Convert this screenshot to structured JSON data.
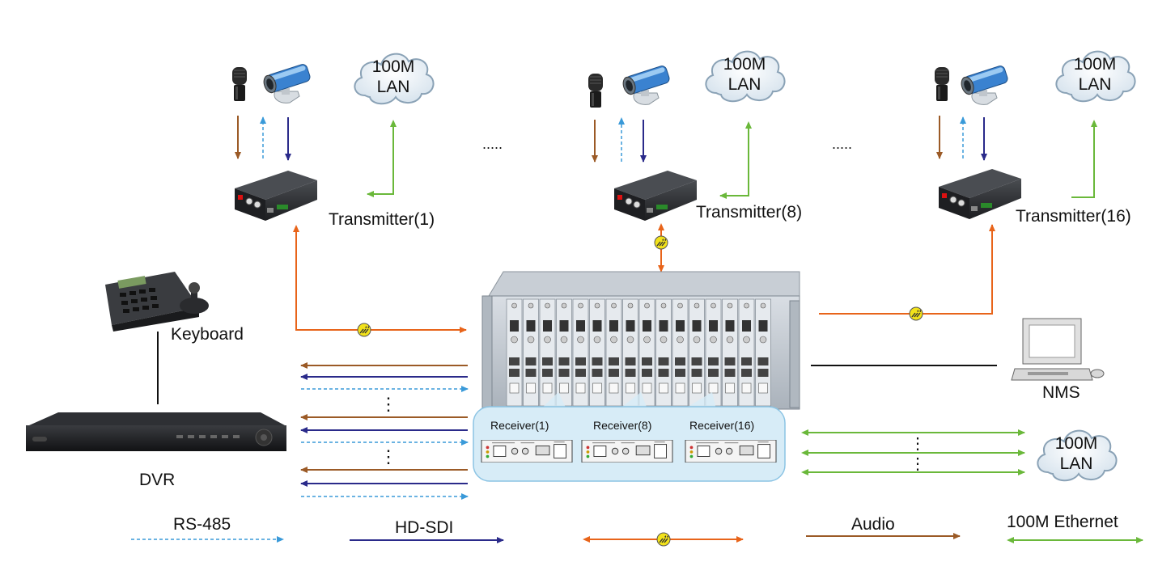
{
  "clouds": [
    {
      "line1": "100M",
      "line2": "LAN"
    },
    {
      "line1": "100M",
      "line2": "LAN"
    },
    {
      "line1": "100M",
      "line2": "LAN"
    },
    {
      "line1": "100M",
      "line2": "LAN"
    }
  ],
  "transmitters": [
    "Transmitter(1)",
    "Transmitter(8)",
    "Transmitter(16)"
  ],
  "ellipsis_h": ".....",
  "ellipsis_v": "⋮",
  "devices": {
    "keyboard": "Keyboard",
    "dvr": "DVR",
    "nms": "NMS"
  },
  "receivers": [
    "Receiver(1)",
    "Receiver(8)",
    "Receiver(16)"
  ],
  "legend": {
    "rs485": "RS-485",
    "hdsdi": "HD-SDI",
    "audio": "Audio",
    "ethernet": "100M Ethernet"
  },
  "colors": {
    "audio": "#9b5a26",
    "rs485": "#3a9ad9",
    "hdsdi": "#2a2a8a",
    "ethernet": "#6ab83a",
    "fiber": "#e8641a"
  }
}
